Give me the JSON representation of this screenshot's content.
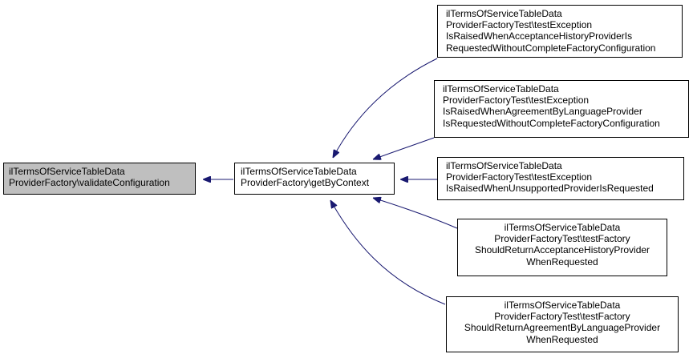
{
  "diagram": {
    "nodes": [
      {
        "id": "validate",
        "lines": [
          "ilTermsOfServiceTableData",
          "ProviderFactory\\validateConfiguration"
        ]
      },
      {
        "id": "getbycontext",
        "lines": [
          "ilTermsOfServiceTableData",
          "ProviderFactory\\getByContext"
        ]
      },
      {
        "id": "test1",
        "lines": [
          "ilTermsOfServiceTableData",
          "ProviderFactoryTest\\testException",
          "IsRaisedWhenAcceptanceHistoryProviderIs",
          "RequestedWithoutCompleteFactoryConfiguration"
        ]
      },
      {
        "id": "test2",
        "lines": [
          "ilTermsOfServiceTableData",
          "ProviderFactoryTest\\testException",
          "IsRaisedWhenAgreementByLanguageProvider",
          "IsRequestedWithoutCompleteFactoryConfiguration"
        ]
      },
      {
        "id": "test3",
        "lines": [
          "ilTermsOfServiceTableData",
          "ProviderFactoryTest\\testException",
          "IsRaisedWhenUnsupportedProviderIsRequested"
        ]
      },
      {
        "id": "test4",
        "lines": [
          "ilTermsOfServiceTableData",
          "ProviderFactoryTest\\testFactory",
          "ShouldReturnAcceptanceHistoryProvider",
          "WhenRequested"
        ]
      },
      {
        "id": "test5",
        "lines": [
          "ilTermsOfServiceTableData",
          "ProviderFactoryTest\\testFactory",
          "ShouldReturnAgreementByLanguageProvider",
          "WhenRequested"
        ]
      }
    ],
    "edges": [
      {
        "from": "getbycontext",
        "to": "validate"
      },
      {
        "from": "test1",
        "to": "getbycontext"
      },
      {
        "from": "test2",
        "to": "getbycontext"
      },
      {
        "from": "test3",
        "to": "getbycontext"
      },
      {
        "from": "test4",
        "to": "getbycontext"
      },
      {
        "from": "test5",
        "to": "getbycontext"
      }
    ],
    "colors": {
      "edge": "#191970",
      "root_fill": "#bfbfbf",
      "node_fill": "#ffffff",
      "border": "#000000"
    }
  }
}
